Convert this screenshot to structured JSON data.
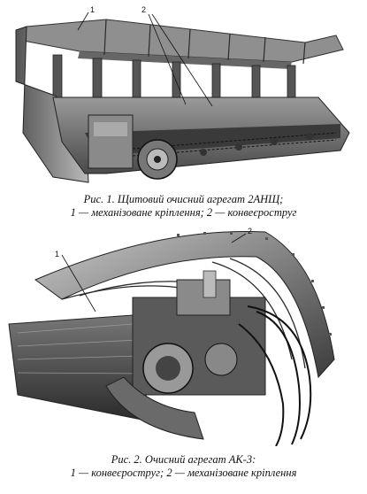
{
  "figure1": {
    "caption_title": "Рис. 1. Щитовий очисний агрегат 2АНЩ;",
    "caption_legend": "1 — механізоване кріплення; 2 — конвеєроструг",
    "label_1": "1",
    "label_2": "2"
  },
  "figure2": {
    "caption_title": "Рис. 2. Очисний агрегат АК-3:",
    "caption_legend": "1 — конвеєроструг; 2 — механізоване кріплення",
    "label_1": "1",
    "label_2": "2"
  }
}
